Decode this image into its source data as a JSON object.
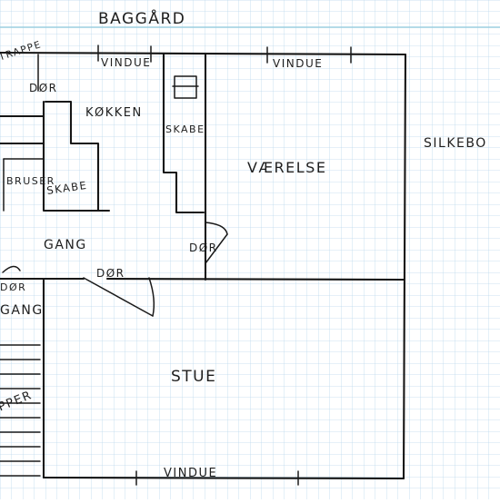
{
  "plan": {
    "labels": {
      "baggaard": "BAGGÅRD",
      "trappe_top": "TRAPPE",
      "dor_entry": "DØR",
      "kokken": "KØKKEN",
      "skabe_closet": "SKABE",
      "bruser": "BRUSER",
      "skabe_bath": "SKABE",
      "vaerelse": "VÆRELSE",
      "silkeborg": "SILKEBO",
      "gang": "GANG",
      "dor_room": "DØR",
      "dor_stue": "DØR",
      "dor_left": "DØR",
      "gang_left": "GANG",
      "stue": "STUE",
      "trapper_left": "PPER",
      "vindue_top_left": "VINDUE",
      "vindue_top_right": "VINDUE",
      "vindue_bottom": "VINDUE"
    }
  }
}
